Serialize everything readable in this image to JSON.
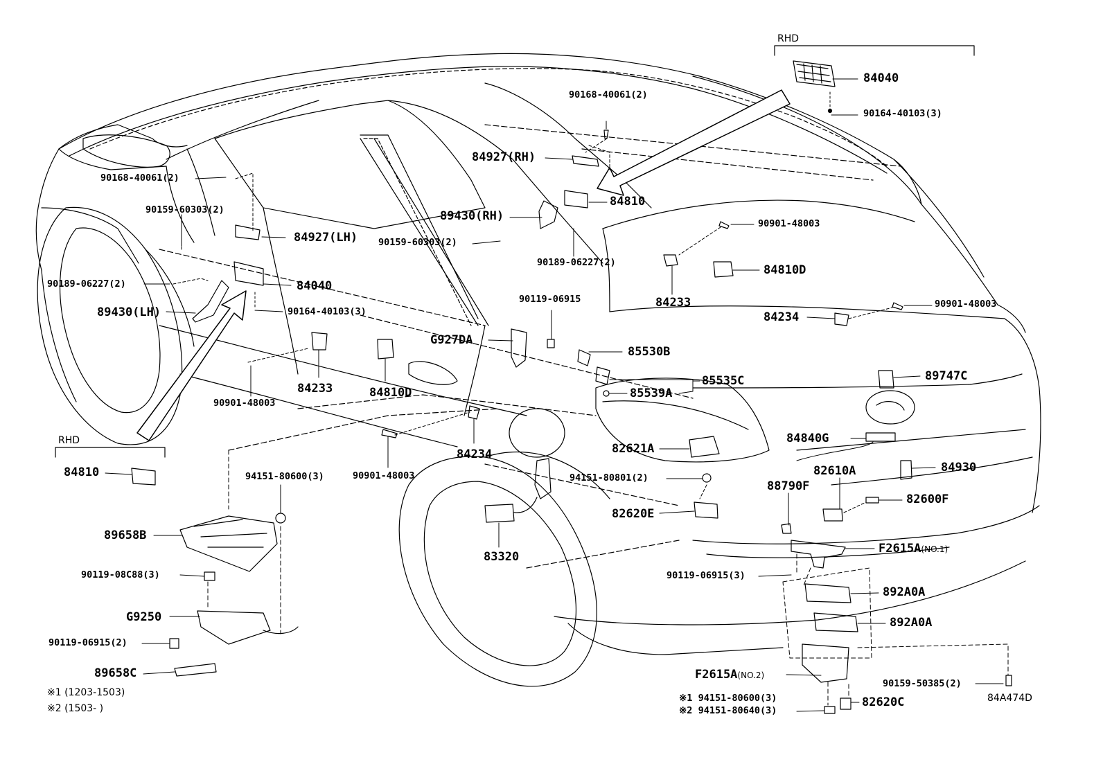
{
  "colors": {
    "ink": "#000000",
    "paper": "#ffffff"
  },
  "section_tags": {
    "rhd_top": "RHD",
    "rhd_left": "RHD",
    "illustration_code": "84A474D"
  },
  "notes": {
    "n1": "※1 (1203-1503)",
    "n2": "※2 (1503-       )"
  },
  "callouts": {
    "c84040_rhd": "84040",
    "c90164_rhd": "90164-40103(3)",
    "c90168_top": "90168-40061(2)",
    "c84927_rh": "84927(RH)",
    "c84810_top": "84810",
    "c89430_rh": "89430(RH)",
    "c90159_mid": "90159-60303(2)",
    "c90189_mid": "90189-06227(2)",
    "c90901_rt1": "90901-48003",
    "c84810d_rt": "84810D",
    "c84233_rt": "84233",
    "c90119_mid": "90119-06915",
    "c84234_rt": "84234",
    "c90901_rt2": "90901-48003",
    "cG927DA": "G927DA",
    "c85530b": "85530B",
    "c85535c": "85535C",
    "c85539a": "85539A",
    "c89747c": "89747C",
    "c90168_left": "90168-40061(2)",
    "c90159_left": "90159-60303(2)",
    "c84927_lh": "84927(LH)",
    "c90189_left": "90189-06227(2)",
    "c84040_left": "84040",
    "c89430_lh": "89430(LH)",
    "c90164_left": "90164-40103(3)",
    "c90901_left": "90901-48003",
    "c84233_left": "84233",
    "c84810d_left": "84810D",
    "c84810_rhd": "84810",
    "c84234_mid": "84234",
    "c90901_mid": "90901-48003",
    "c94151_80600_left": "94151-80600(3)",
    "c82621a": "82621A",
    "c94151_80801": "94151-80801(2)",
    "c82620e": "82620E",
    "c83320": "83320",
    "c84840g": "84840G",
    "c82610a": "82610A",
    "c84930": "84930",
    "c88790f": "88790F",
    "c82600f": "82600F",
    "cF2615A1": "F2615A",
    "cF2615A1_sub": "(NO.1)",
    "c90119_3": "90119-06915(3)",
    "c892a0a_1": "892A0A",
    "c892a0a_2": "892A0A",
    "cF2615A2": "F2615A",
    "cF2615A2_sub": "(NO.2)",
    "c90159_50385": "90159-50385(2)",
    "c94151_80600_n1": "※1 94151-80600(3)",
    "c94151_80640_n2": "※2 94151-80640(3)",
    "c82620c": "82620C",
    "c89658b": "89658B",
    "c90119_08c88": "90119-08C88(3)",
    "cG9250": "G9250",
    "c90119_06915_2": "90119-06915(2)",
    "c89658c": "89658C"
  }
}
